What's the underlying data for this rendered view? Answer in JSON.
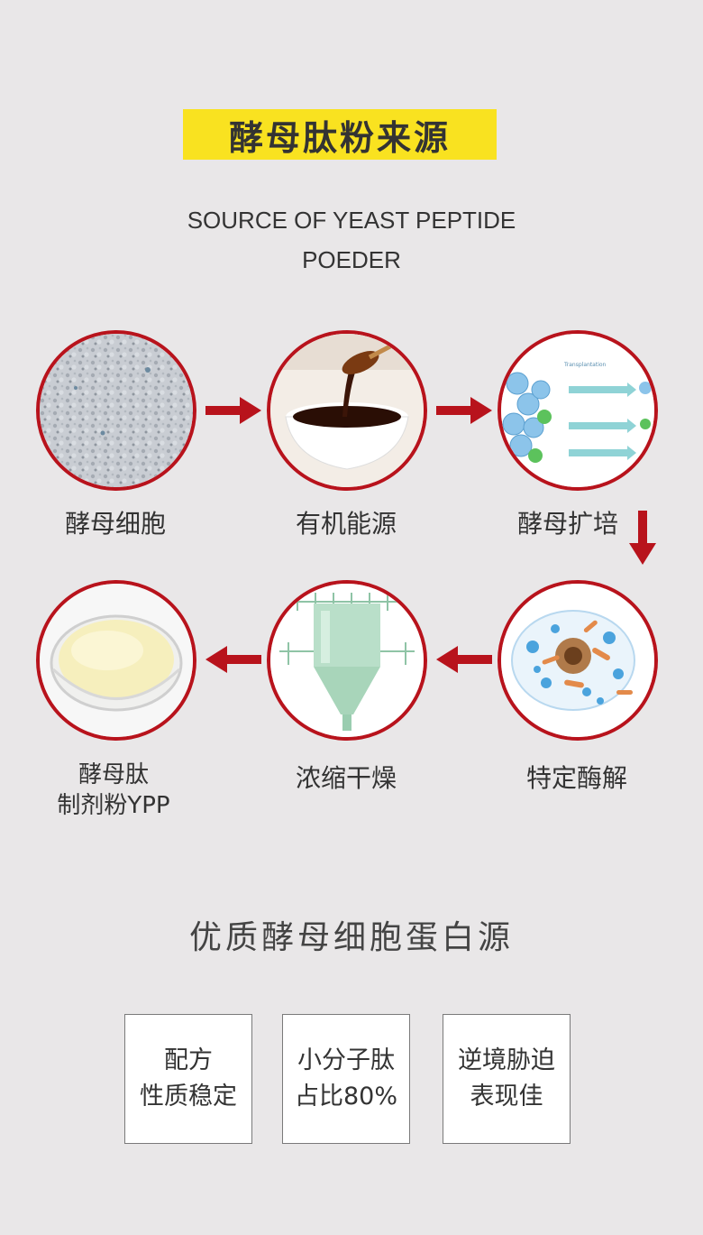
{
  "header": {
    "title": "酵母肽粉来源",
    "subtitle_line1": "SOURCE OF YEAST PEPTIDE",
    "subtitle_line2": "POEDER"
  },
  "process_steps": [
    {
      "label": "酵母细胞"
    },
    {
      "label": "有机能源"
    },
    {
      "label": "酵母扩培"
    },
    {
      "label": "特定酶解"
    },
    {
      "label": "浓缩干燥"
    },
    {
      "label_line1": "酵母肽",
      "label_line2": "制剂粉YPP"
    }
  ],
  "illustration_text": {
    "transplantation": "Transplantation"
  },
  "features": {
    "heading": "优质酵母细胞蛋白源",
    "boxes": [
      {
        "line1": "配方",
        "line2": "性质稳定"
      },
      {
        "line1": "小分子肽",
        "line2": "占比80%"
      },
      {
        "line1": "逆境胁迫",
        "line2": "表现佳"
      }
    ]
  },
  "colors": {
    "accent_yellow": "#f9e220",
    "arrow_red": "#b8131c",
    "background": "#e9e7e8"
  },
  "icons": [
    "arrow-right-icon",
    "arrow-down-icon",
    "arrow-left-icon"
  ]
}
